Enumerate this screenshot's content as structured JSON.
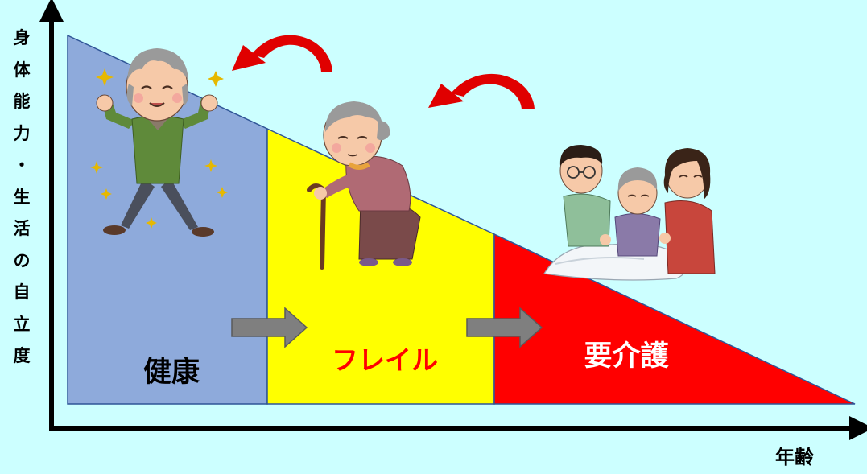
{
  "axes": {
    "y_label": "身体能力・生活の自立度",
    "x_label": "年齢"
  },
  "zones": [
    {
      "label": "健康",
      "color": "#8eaadb",
      "label_color": "#000000"
    },
    {
      "label": "フレイル",
      "color": "#ffff00",
      "label_color": "#ff0000"
    },
    {
      "label": "要介護",
      "color": "#ff0000",
      "label_color": "#ffffff"
    }
  ],
  "illustrations": {
    "healthy": "energetic-elderly-man-illustration",
    "frail": "elderly-woman-with-cane-illustration",
    "care": "family-caring-for-bedridden-elderly-illustration"
  },
  "colors": {
    "background": "#ccffff",
    "curved_arrow": "#e00000",
    "flow_arrow": "#7f7f7f",
    "axis": "#000000"
  }
}
